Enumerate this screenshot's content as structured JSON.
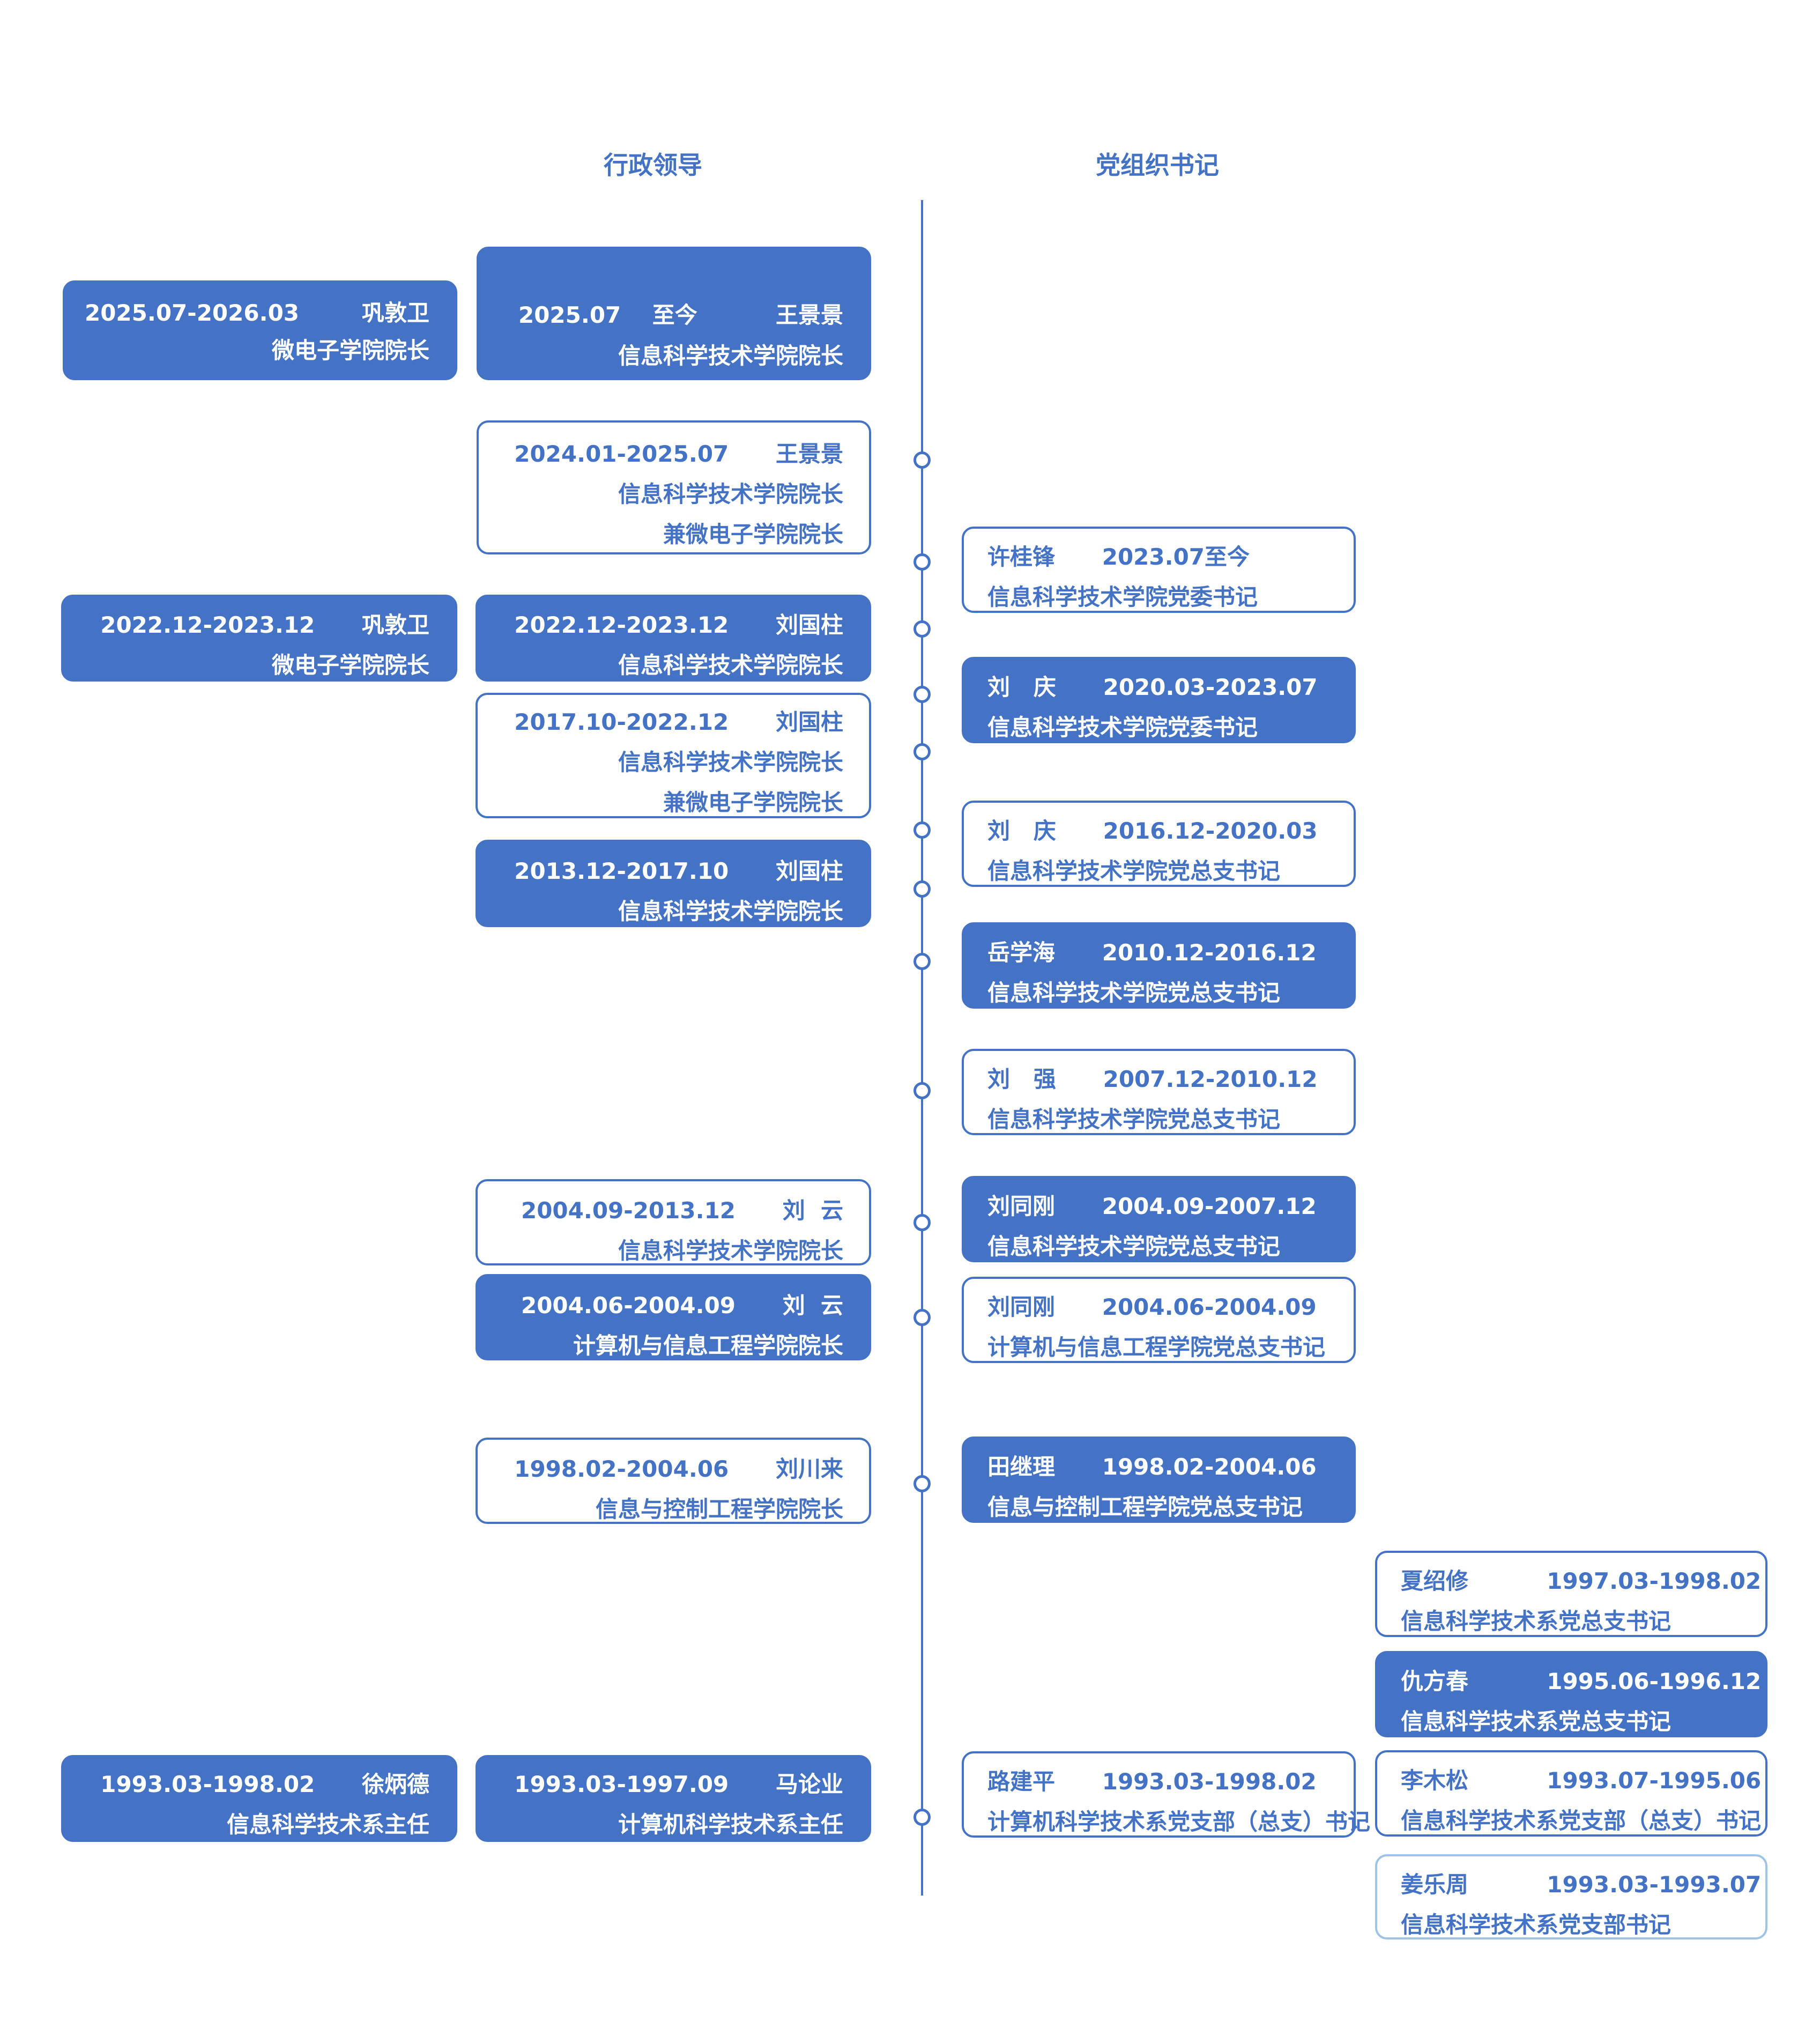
{
  "headers": {
    "admin": "行政领导",
    "party": "党组织书记"
  },
  "admin_side": [
    {
      "lines": [
        "2025.07-2026.03        巩敦卫",
        "微电子学院院长"
      ],
      "filled": true
    },
    {
      "lines": [
        "2025.07    至今          王景景",
        "信息科学技术学院院长"
      ],
      "filled": true
    },
    {
      "lines": [
        "2024.01-2025.07      王景景",
        "信息科学技术学院院长",
        "兼微电子学院院长"
      ],
      "filled": false
    },
    {
      "lines": [
        "2022.12-2023.12      巩敦卫",
        "微电子学院院长"
      ],
      "filled": true
    },
    {
      "lines": [
        "2022.12-2023.12      刘国柱",
        "信息科学技术学院院长"
      ],
      "filled": true
    },
    {
      "lines": [
        "2017.10-2022.12      刘国柱",
        "信息科学技术学院院长",
        "兼微电子学院院长"
      ],
      "filled": false
    },
    {
      "lines": [
        "2013.12-2017.10      刘国柱",
        "信息科学技术学院院长"
      ],
      "filled": true
    },
    {
      "lines": [
        "2004.09-2013.12      刘  云",
        "信息科学技术学院院长"
      ],
      "filled": false
    },
    {
      "lines": [
        "2004.06-2004.09      刘  云",
        "计算机与信息工程学院院长"
      ],
      "filled": true
    },
    {
      "lines": [
        "1998.02-2004.06      刘川来",
        "信息与控制工程学院院长"
      ],
      "filled": false
    },
    {
      "lines": [
        "1993.03-1998.02      徐炳德",
        "信息科学技术系主任"
      ],
      "filled": true
    },
    {
      "lines": [
        "1993.03-1997.09      马论业",
        "计算机科学技术系主任"
      ],
      "filled": true
    }
  ],
  "party_side": [
    {
      "lines": [
        "许桂锋      2023.07至今",
        "信息科学技术学院党委书记"
      ],
      "filled": false
    },
    {
      "lines": [
        "刘   庆      2020.03-2023.07",
        "信息科学技术学院党委书记"
      ],
      "filled": true
    },
    {
      "lines": [
        "刘   庆      2016.12-2020.03",
        "信息科学技术学院党总支书记"
      ],
      "filled": false
    },
    {
      "lines": [
        "岳学海      2010.12-2016.12",
        "信息科学技术学院党总支书记"
      ],
      "filled": true
    },
    {
      "lines": [
        "刘   强      2007.12-2010.12",
        "信息科学技术学院党总支书记"
      ],
      "filled": false
    },
    {
      "lines": [
        "刘同刚      2004.09-2007.12",
        "信息科学技术学院党总支书记"
      ],
      "filled": true
    },
    {
      "lines": [
        "刘同刚      2004.06-2004.09",
        "计算机与信息工程学院党总支书记"
      ],
      "filled": false
    },
    {
      "lines": [
        "田继理      1998.02-2004.06",
        "信息与控制工程学院党总支书记"
      ],
      "filled": true
    },
    {
      "lines": [
        "夏绍修          1997.03-1998.02",
        "信息科学技术系党总支书记"
      ],
      "filled": false
    },
    {
      "lines": [
        "仇方春          1995.06-1996.12",
        "信息科学技术系党总支书记"
      ],
      "filled": true
    },
    {
      "lines": [
        "路建平      1993.03-1998.02",
        "计算机科学技术系党支部（总支）书记"
      ],
      "filled": false
    },
    {
      "lines": [
        "李木松          1993.07-1995.06",
        "信息科学技术系党支部（总支）书记"
      ],
      "filled": false
    },
    {
      "lines": [
        "姜乐周          1993.03-1993.07",
        "信息科学技术系党支部书记"
      ],
      "filled": false
    }
  ]
}
